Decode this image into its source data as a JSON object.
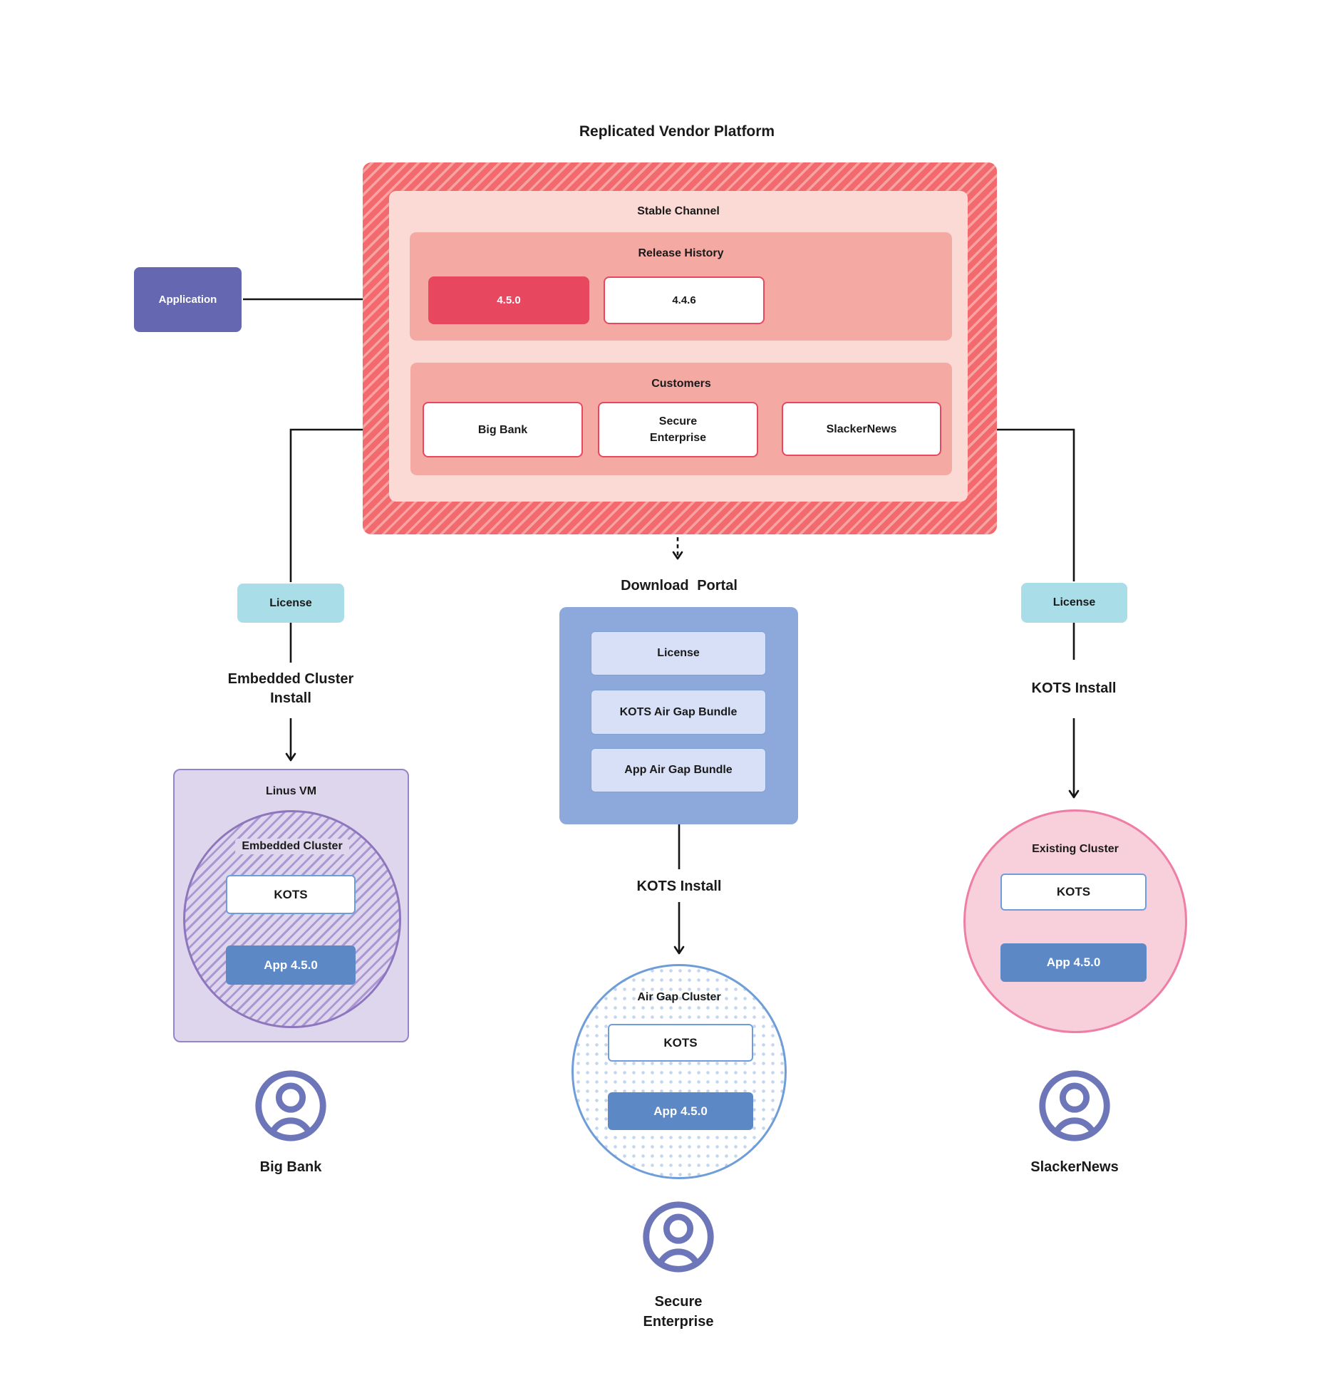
{
  "title": "Replicated Vendor Platform",
  "platform": {
    "stable_channel": "Stable Channel",
    "release_history": {
      "label": "Release History",
      "releases": [
        "4.5.0",
        "4.4.6"
      ]
    },
    "customers": {
      "label": "Customers",
      "items": [
        "Big Bank",
        "Secure\nEnterprise",
        "SlackerNews"
      ]
    }
  },
  "application": "Application",
  "download_portal": {
    "title": "Download Portal",
    "items": [
      "License",
      "KOTS Air Gap Bundle",
      "App Air Gap Bundle"
    ]
  },
  "branches": {
    "left": {
      "license": "License",
      "install": "Embedded Cluster\nInstall",
      "container": "Linus VM",
      "cluster": "Embedded Cluster",
      "kots": "KOTS",
      "app": "App 4.5.0",
      "user": "Big Bank"
    },
    "middle": {
      "install": "KOTS Install",
      "cluster": "Air Gap Cluster",
      "kots": "KOTS",
      "app": "App 4.5.0",
      "user": "Secure\nEnterprise"
    },
    "right": {
      "license": "License",
      "install": "KOTS Install",
      "cluster": "Existing Cluster",
      "kots": "KOTS",
      "app": "App 4.5.0",
      "user": "SlackerNews"
    }
  },
  "colors": {
    "hatch_red_dark": "#F26A6E",
    "hatch_red_light": "#F8A2A2",
    "channel_bg": "#FBD9D4",
    "section_bg": "#F5A9A3",
    "accent_red": "#E8485F",
    "application_purple": "#6568B0",
    "license_teal": "#A9DEE8",
    "portal_blue": "#8DA9DC",
    "portal_item_bg": "#D7E0F7",
    "portal_item_border": "#7FA0D6",
    "vm_purple_bg": "#DDD6ED",
    "vm_purple_border": "#9783C8",
    "vm_hatch_stripe": "#AB97D2",
    "vm_circle_border": "#8D76BD",
    "kots_border_blue": "#6F9DDB",
    "app_blue": "#5C88C6",
    "pink_circle_bg": "#F8D0DC",
    "pink_circle_border": "#EE7EA6",
    "airgap_border": "#6F9DD8",
    "dot_blue": "#C5D7F0",
    "user_icon_purple": "#6D76B8"
  }
}
